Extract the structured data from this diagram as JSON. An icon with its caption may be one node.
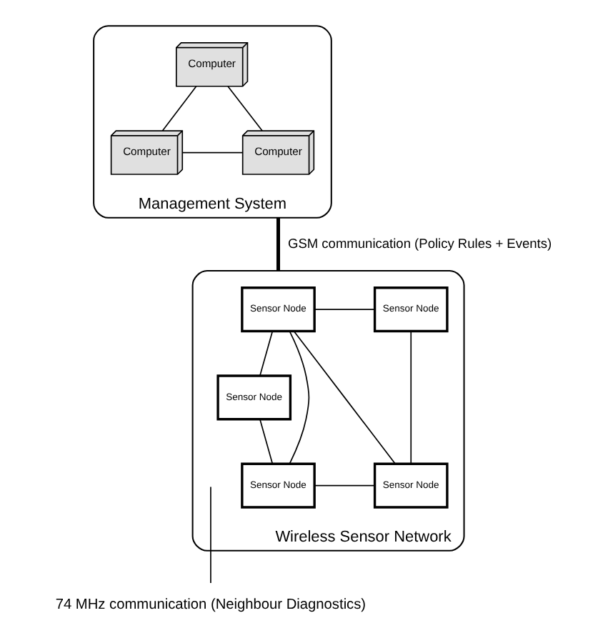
{
  "diagram": {
    "nodes": [
      {
        "text": [
          "Management System"
        ]
      },
      {
        "text": [
          "Computer"
        ],
        "in": 0
      },
      {
        "text": [
          "Computer"
        ],
        "in": 0
      },
      {
        "text": [
          "Computer"
        ],
        "in": 0
      },
      {
        "text": [
          "Wireless Sensor Network"
        ]
      },
      {
        "text": [
          "Sensor Node"
        ],
        "in": 4
      },
      {
        "text": [
          "Sensor Node"
        ],
        "in": 4
      },
      {
        "text": [
          "Sensor Node"
        ],
        "in": 4
      },
      {
        "text": [
          "Sensor Node"
        ],
        "in": 4
      },
      {
        "text": [
          "Sensor Node"
        ],
        "in": 4
      },
      {
        "text": [
          "74 MHz communication (Neighbour Diagnostics)"
        ]
      }
    ],
    "edges": [
      {
        "from": 1,
        "to": 2,
        "arrow": "none"
      },
      {
        "from": 1,
        "to": 3,
        "arrow": "none"
      },
      {
        "from": 2,
        "to": 3,
        "arrow": "none"
      },
      {
        "from": 0,
        "to": 4,
        "arrow": "none",
        "label": "GSM communication (Policy Rules + Events)",
        "style": "thick"
      },
      {
        "from": 5,
        "to": 6,
        "arrow": "none"
      },
      {
        "from": 5,
        "to": 7,
        "arrow": "none"
      },
      {
        "from": 5,
        "to": 8,
        "arrow": "none"
      },
      {
        "from": 5,
        "to": 9,
        "arrow": "none"
      },
      {
        "from": 6,
        "to": 9,
        "arrow": "none"
      },
      {
        "from": 7,
        "to": 8,
        "arrow": "none"
      },
      {
        "from": 8,
        "to": 9,
        "arrow": "none"
      },
      {
        "from": 10,
        "to": null,
        "arrow": "none"
      }
    ]
  }
}
